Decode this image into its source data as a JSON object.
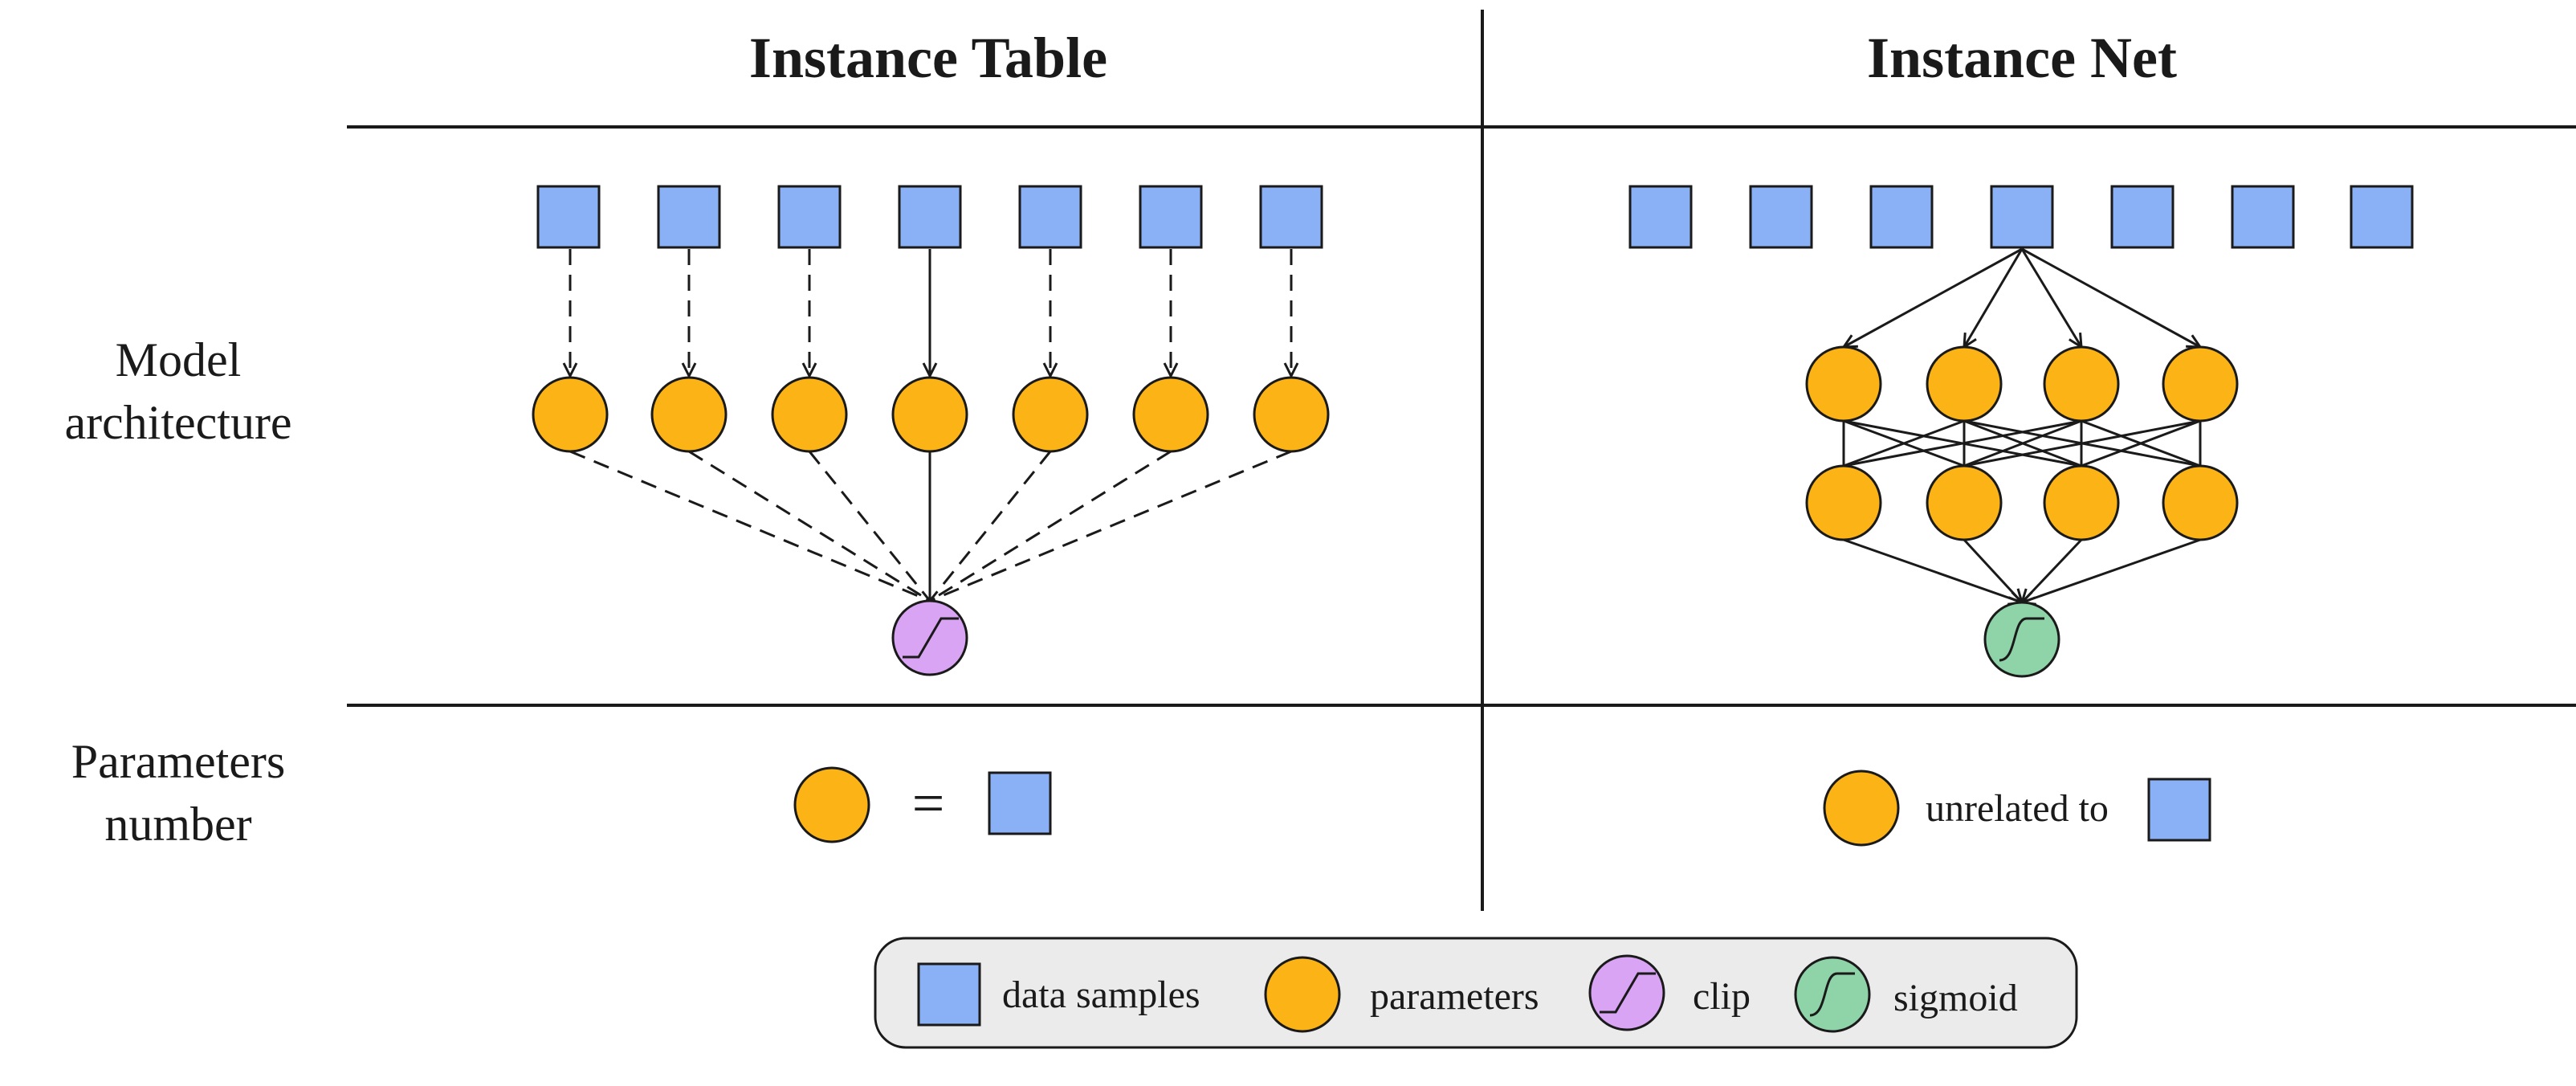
{
  "headers": {
    "left": "Instance Table",
    "right": "Instance Net"
  },
  "row_labels": {
    "architecture": [
      "Model",
      "architecture"
    ],
    "parameters": [
      "Parameters",
      "number"
    ]
  },
  "parameters_row": {
    "left_relation": "=",
    "right_relation": "unrelated to"
  },
  "legend": {
    "data_samples": "data samples",
    "parameters": "parameters",
    "clip": "clip",
    "sigmoid": "sigmoid"
  },
  "colors": {
    "data_sample": "#8ab0f5",
    "parameter": "#fcb316",
    "clip": "#d9a4f4",
    "sigmoid": "#8fd3a8",
    "legend_bg": "#ebebeb"
  }
}
